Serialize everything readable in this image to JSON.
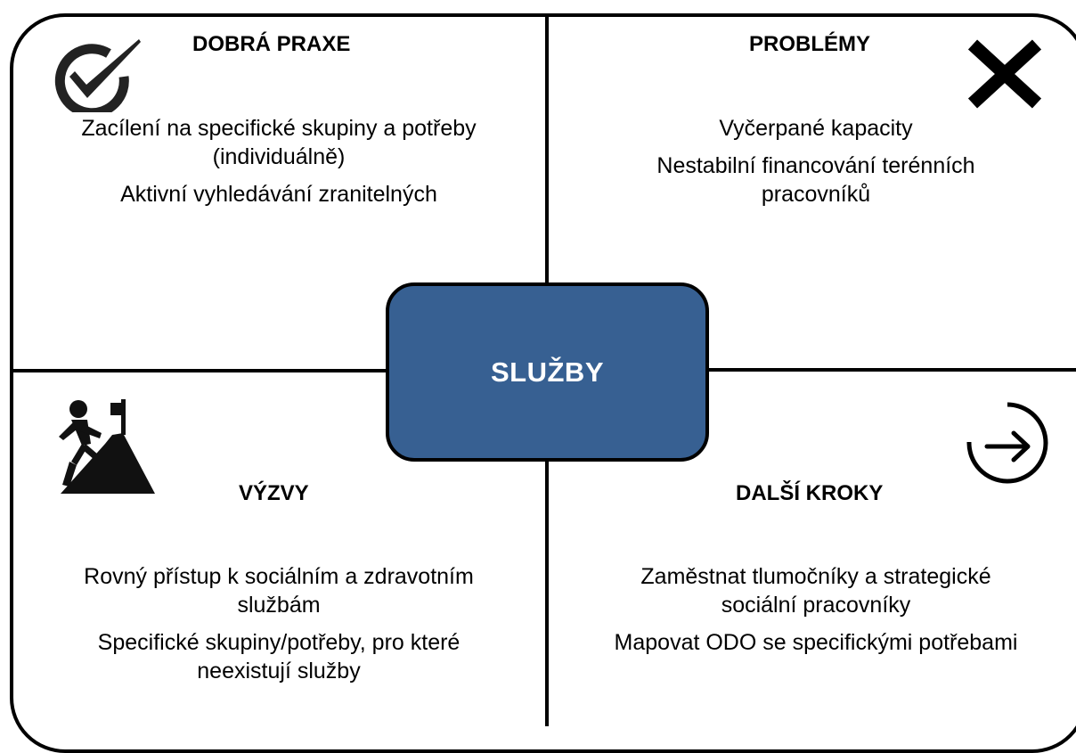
{
  "center": {
    "label": "SLUŽBY",
    "color": "#376092"
  },
  "quadrants": {
    "top_left": {
      "title": "DOBRÁ PRAXE",
      "icon": "check-circle-icon",
      "lines": [
        "Zacílení na specifické skupiny a potřeby",
        "(individuálně)",
        "Aktivní vyhledávání zranitelných"
      ]
    },
    "top_right": {
      "title": "PROBLÉMY",
      "icon": "x-icon",
      "lines": [
        "Vyčerpané kapacity",
        "Nestabilní financování terénních",
        "pracovníků"
      ]
    },
    "bottom_left": {
      "title": "VÝZVY",
      "icon": "climber-flag-icon",
      "lines": [
        "Rovný přístup k sociálním a zdravotním",
        "službám",
        "Specifické skupiny/potřeby, pro které",
        "neexistují služby"
      ]
    },
    "bottom_right": {
      "title": "DALŠÍ KROKY",
      "icon": "arrow-circle-right-icon",
      "lines": [
        "Zaměstnat tlumočníky a strategické",
        "sociální pracovníky",
        "Mapovat ODO se specifickými potřebami"
      ]
    }
  }
}
